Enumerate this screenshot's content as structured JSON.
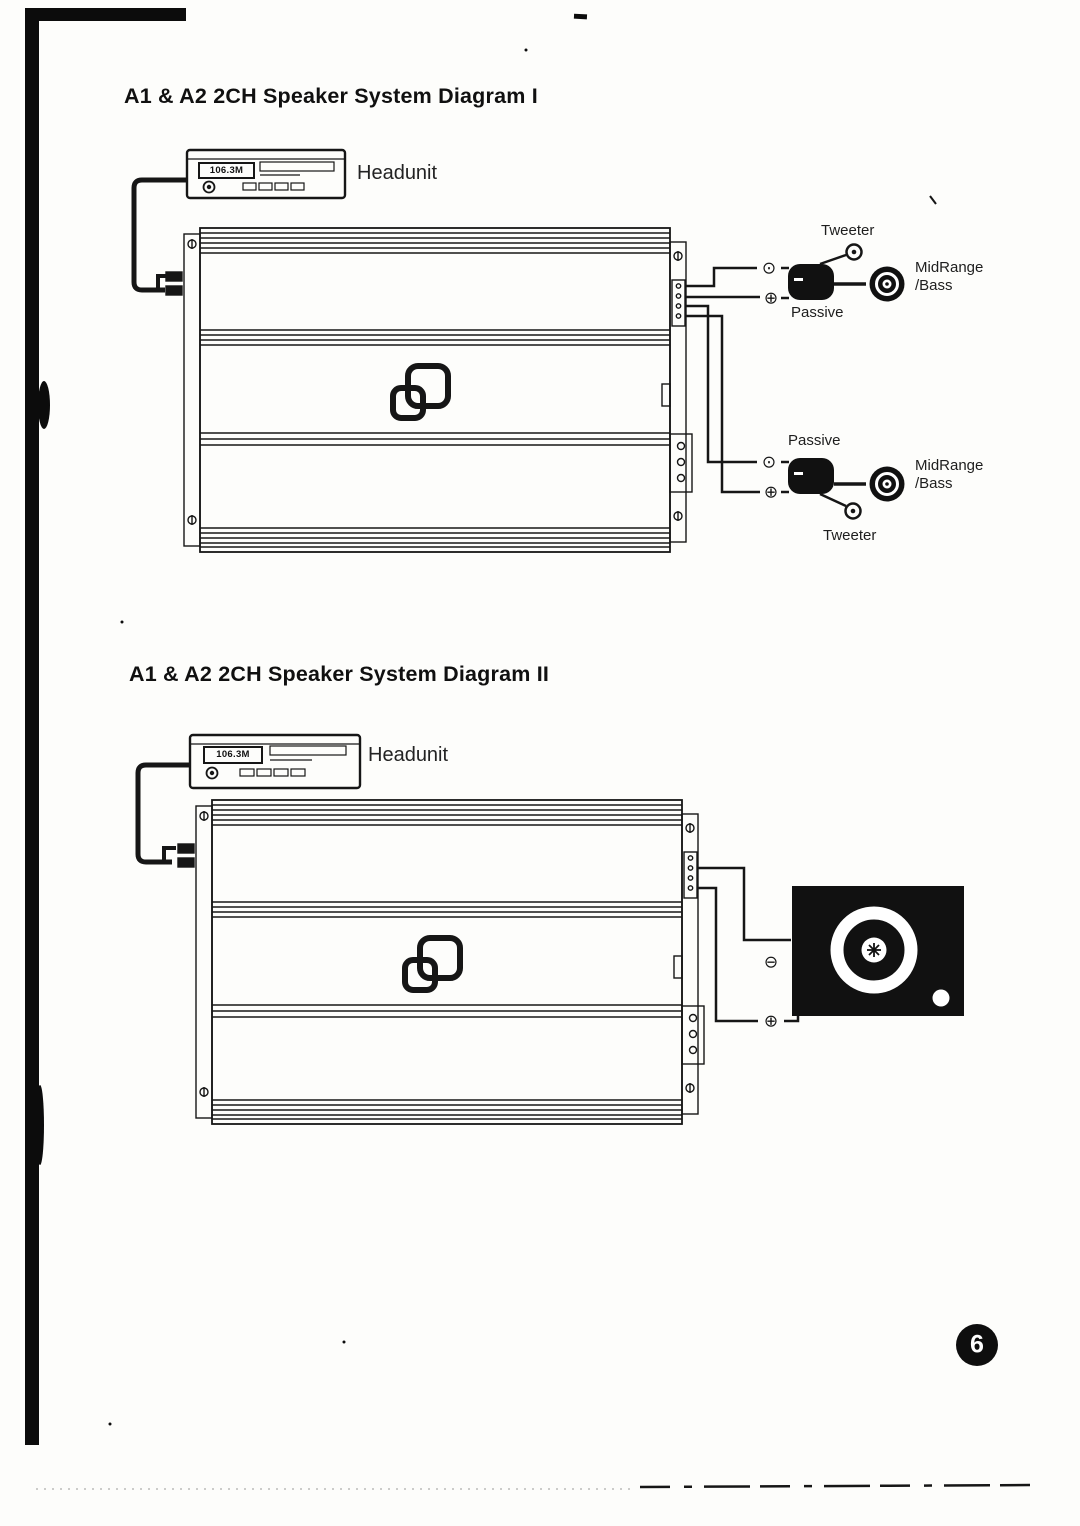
{
  "page": {
    "number": "6"
  },
  "diagram1": {
    "title": "A1 & A2 2CH Speaker System Diagram I",
    "headunit_label": "Headunit",
    "headunit_display": "106.3M",
    "top_channel": {
      "tweeter": "Tweeter",
      "passive": "Passive",
      "midrange": "MidRange",
      "bass": "/Bass",
      "polarity_a": "⊙",
      "polarity_b": "⊕"
    },
    "bottom_channel": {
      "tweeter": "Tweeter",
      "passive": "Passive",
      "midrange": "MidRange",
      "bass": "/Bass",
      "polarity_a": "⊙",
      "polarity_b": "⊕"
    }
  },
  "diagram2": {
    "title": "A1 & A2 2CH Speaker System Diagram II",
    "headunit_label": "Headunit",
    "headunit_display": "106.3M",
    "subwoofer": {
      "polarity_a": "⊖",
      "polarity_b": "⊕"
    }
  }
}
